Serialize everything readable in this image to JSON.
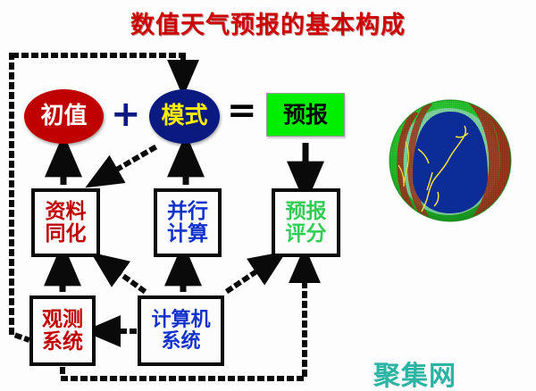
{
  "page": {
    "title": "数值天气预报的基本构成",
    "title_color": "#cc0000",
    "background": "#fdfdfd",
    "watermark": "聚集网",
    "watermark_color": "#2bb3a3"
  },
  "diagram": {
    "equation_row": {
      "initial": {
        "label": "初值",
        "shape": "ellipse",
        "fill": "#c00000",
        "text_color": "#ffffff"
      },
      "plus_symbol": "+",
      "model": {
        "label": "模式",
        "shape": "ellipse",
        "fill": "#0a1a80",
        "text_color": "#ffee00"
      },
      "equals_symbol": "=",
      "forecast": {
        "label": "预报",
        "shape": "rectangle",
        "fill": "#00ee00",
        "text_color": "#000000"
      }
    },
    "middle_row": {
      "assimilation": {
        "line1": "资料",
        "line2": "同化",
        "text_color": "#c00000"
      },
      "parallel": {
        "line1": "并行",
        "line2": "计算",
        "text_color": "#1133cc"
      },
      "verification": {
        "line1": "预报",
        "line2": "评分",
        "text_color": "#33cc55"
      }
    },
    "bottom_row": {
      "observation": {
        "line1": "观测",
        "line2": "系统",
        "text_color": "#c00000"
      },
      "computer": {
        "line1": "计算机",
        "line2": "系统",
        "text_color": "#1133cc"
      }
    },
    "illustration": {
      "name": "nested-grid-globe",
      "description": "三维嵌套网格地球模式示意图"
    }
  }
}
